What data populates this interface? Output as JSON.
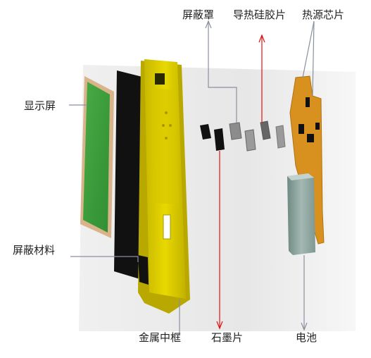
{
  "labels": {
    "display": "显示屏",
    "shield_material": "屏蔽材料",
    "shield_cover": "屏蔽罩",
    "thermal_gel": "导热硅胶片",
    "heat_chip": "热源芯片",
    "metal_frame": "金属中框",
    "graphite": "石墨片",
    "battery": "电池"
  },
  "colors": {
    "background_panel": "#e6e6e6",
    "frame": "#e2d200",
    "frame_shadow": "#b8a800",
    "display_green": "#3a9a3a",
    "display_border": "#d9b48a",
    "shield_black": "#111111",
    "pcb_orange": "#d8901e",
    "battery": "#8fa6a0",
    "leader_gray": "#8a8f9e",
    "leader_red": "#e01010"
  }
}
